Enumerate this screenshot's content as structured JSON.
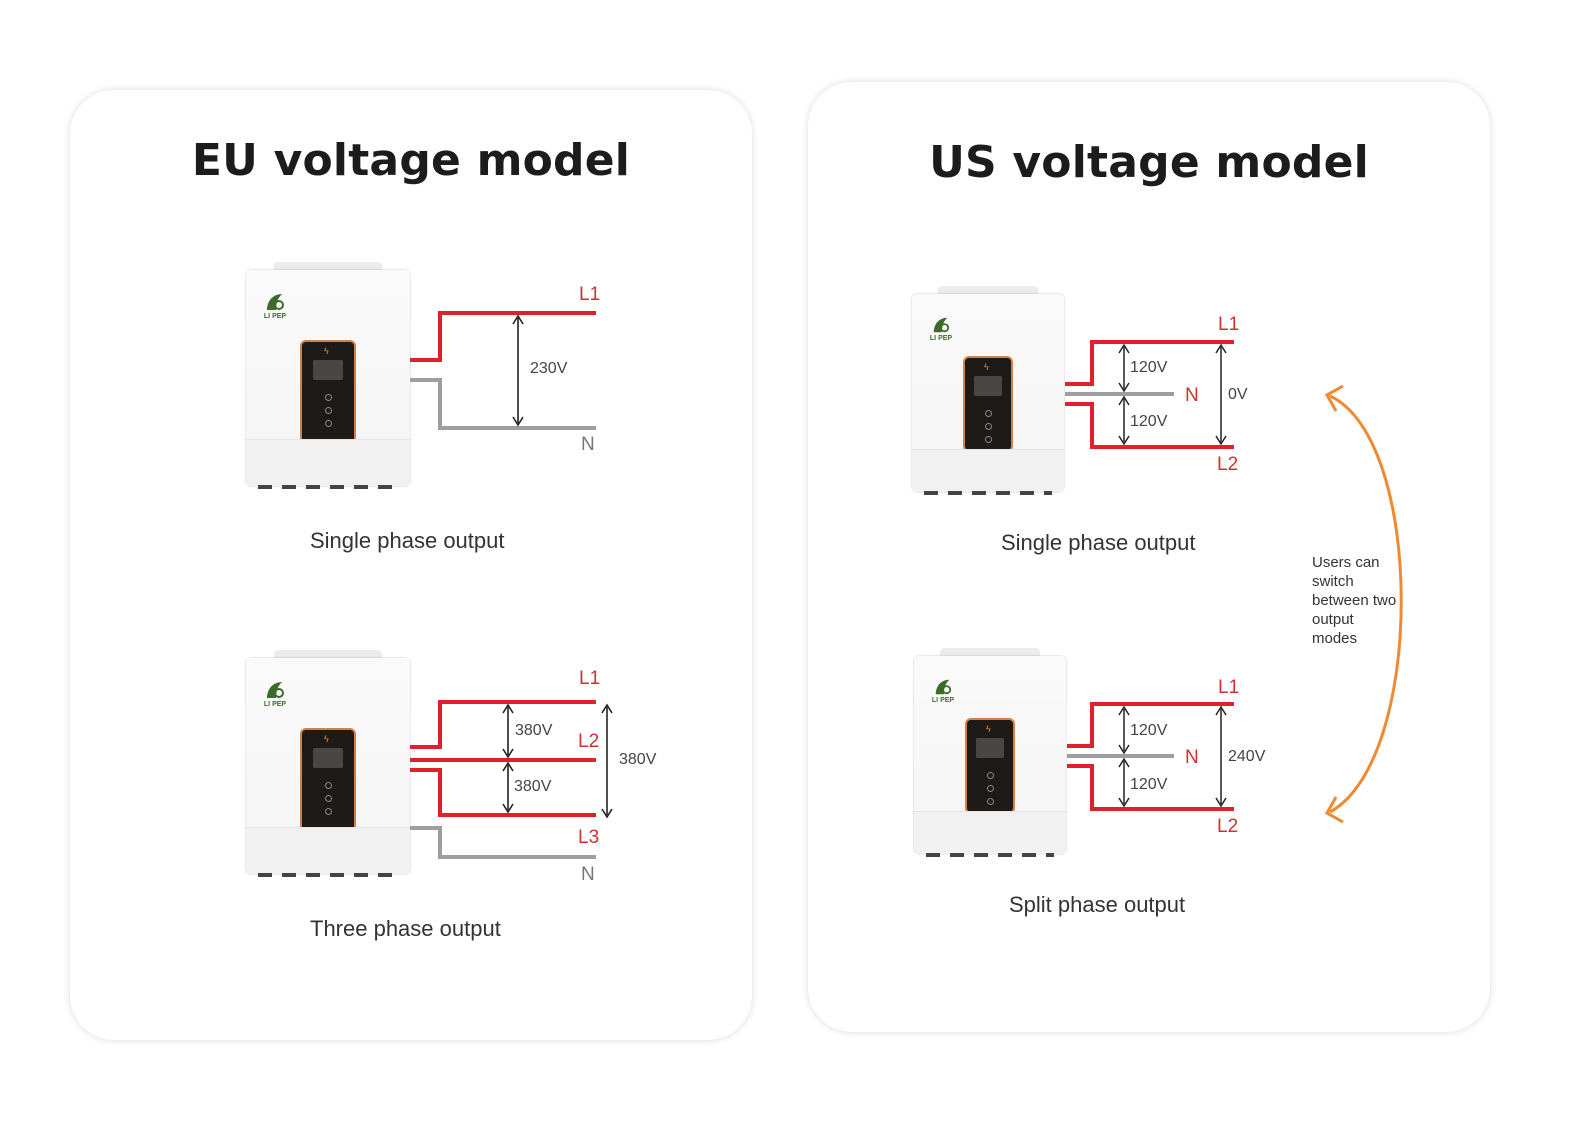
{
  "colors": {
    "live_wire": "#e0202a",
    "neutral_wire": "#9e9e9e",
    "label_red": "#d32f2f",
    "switch_arrow": "#f08a32",
    "inverter_display_frame": "#d0824a",
    "logo_green": "#3d6b2c"
  },
  "icons": [
    "inverter-image",
    "brand-logo-icon",
    "double-headed-arrow-icon",
    "curved-double-arrow-icon"
  ],
  "eu": {
    "title": "EU voltage model",
    "single": {
      "caption": "Single phase output",
      "l1": "L1",
      "n": "N",
      "voltage": "230V"
    },
    "three": {
      "caption": "Three phase output",
      "l1": "L1",
      "l2": "L2",
      "l3": "L3",
      "n": "N",
      "v_l1_l2": "380V",
      "v_l2_l3": "380V",
      "v_l1_l3": "380V"
    }
  },
  "us": {
    "title": "US voltage model",
    "single": {
      "caption": "Single phase output",
      "l1": "L1",
      "n": "N",
      "l2": "L2",
      "v_l1_n": "120V",
      "v_n_l2": "120V",
      "v_l1_l2": "0V"
    },
    "split": {
      "caption": "Split phase output",
      "l1": "L1",
      "n": "N",
      "l2": "L2",
      "v_l1_n": "120V",
      "v_n_l2": "120V",
      "v_l1_l2": "240V"
    },
    "switch_note": "Users can switch between two output modes"
  },
  "inverter": {
    "brand": "LI PEP"
  }
}
